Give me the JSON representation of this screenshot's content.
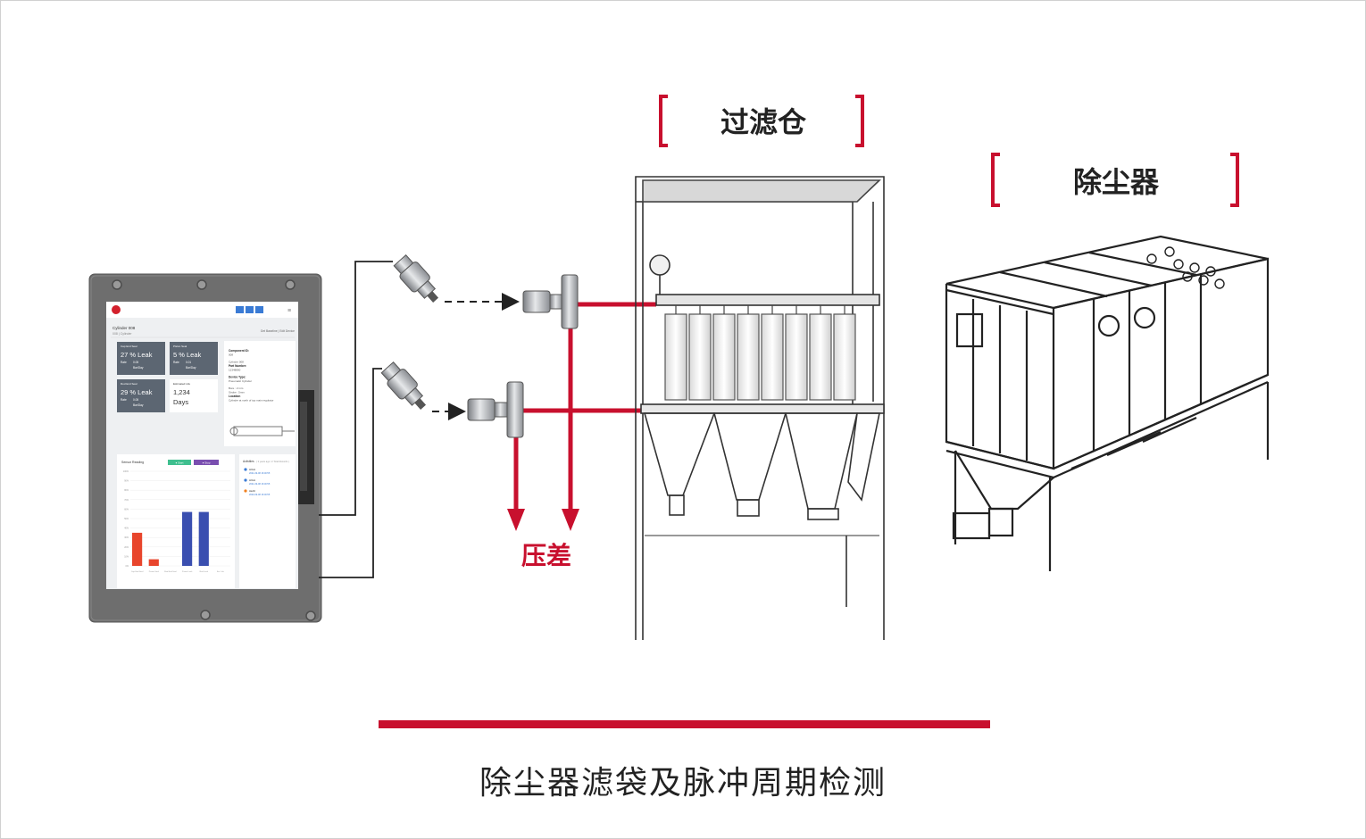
{
  "colors": {
    "accent": "#c8102e",
    "line": "#222222",
    "tablet_body": "#6e6e6e",
    "tile": "#5c6672"
  },
  "labels": {
    "filter_bin": "过滤仓",
    "dust_collector": "除尘器",
    "pressure_diff": "压差",
    "caption": "除尘器滤袋及脉冲周期检测"
  },
  "tablet": {
    "title": "Cylinder 008",
    "breadcrumb": "008 | Cylinder",
    "toolbar_right": "Get Baseline | Edit Device",
    "tiles": [
      {
        "header": "Cap End Seal",
        "value": "27 % Leak",
        "rate_label": "Rate",
        "rate": "0.05",
        "unit": "Bar/Day"
      },
      {
        "header": "Piston Seal",
        "value": "5 % Leak",
        "rate_label": "Rate",
        "rate": "0.01",
        "unit": "Bar/Day"
      },
      {
        "header": "Rod End Seal",
        "value": "29 % Leak",
        "rate_label": "Rate",
        "rate": "0.05",
        "unit": "Bar/Day"
      },
      {
        "header": "Estimated Life",
        "value": "1,234",
        "rate_label": "",
        "rate": "",
        "unit": "Days"
      }
    ],
    "info": [
      {
        "label": "Component ID:",
        "value": "008"
      },
      {
        "label": "",
        "value": "Cylinder 008"
      },
      {
        "label": "Part Number:",
        "value": "12348800"
      },
      {
        "label": "Device Type:",
        "value": "Pneumatic Cylinder"
      },
      {
        "label": "",
        "value": "Bore : 2 mm"
      },
      {
        "label": "",
        "value": "Stroke : 5mm"
      },
      {
        "label": "Location",
        "value": "Cylinder at north of top main regulator"
      }
    ],
    "chart_title": "Sensor Reading",
    "chart_buttons": [
      "● Start",
      "● Stop"
    ],
    "chart_yticks": [
      "100%",
      "90%",
      "80%",
      "70%",
      "60%",
      "50%",
      "40%",
      "30%",
      "20%",
      "10%",
      "0%"
    ],
    "chart_xlabels": [
      "Cap End Seal",
      "Piston Seal",
      "Rod End Seal",
      "Piston Leak",
      "Rod Leak",
      "Est. Life"
    ],
    "chart_bars": [
      {
        "value": 35,
        "color": "#e8452c"
      },
      {
        "value": 7,
        "color": "#e8452c"
      },
      {
        "value": 0,
        "color": "#e8452c"
      },
      {
        "value": 57,
        "color": "#3a4fb0"
      },
      {
        "value": 57,
        "color": "#3a4fb0"
      },
      {
        "value": 0,
        "color": "#3a4fb0"
      }
    ],
    "activities_title": "Activities",
    "activities_sub": "( 3 years ago / 2 Total Records )",
    "activities": [
      {
        "title": "HIGH",
        "time": "2021-09-08 16:00:55",
        "color": "#3a7bd5"
      },
      {
        "title": "HIGH",
        "time": "2021-09-08 16:00:55",
        "color": "#3a7bd5"
      },
      {
        "title": "LEAK",
        "time": "2020-09-08 16:00:55",
        "color": "#f08020"
      }
    ]
  }
}
